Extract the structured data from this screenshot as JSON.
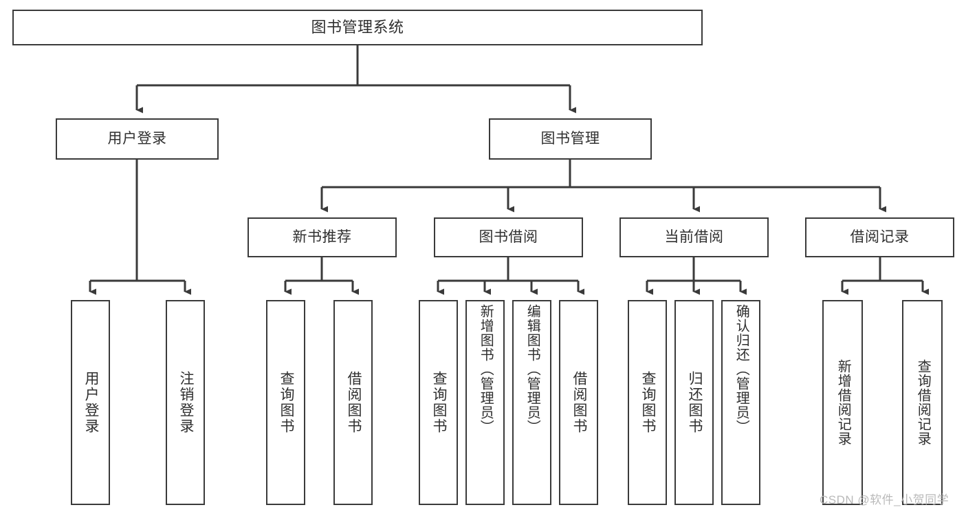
{
  "diagram": {
    "title": "图书管理系统",
    "type": "hierarchy-tree",
    "root": {
      "label": "图书管理系统"
    },
    "level2": [
      {
        "label": "用户登录"
      },
      {
        "label": "图书管理"
      }
    ],
    "level3": [
      {
        "label": "新书推荐"
      },
      {
        "label": "图书借阅"
      },
      {
        "label": "当前借阅"
      },
      {
        "label": "借阅记录"
      }
    ],
    "leaves": {
      "user_login": [
        {
          "label": "用户登录"
        },
        {
          "label": "注销登录"
        }
      ],
      "new_book_recommend": [
        {
          "label": "查询图书"
        },
        {
          "label": "借阅图书"
        }
      ],
      "book_borrow": [
        {
          "label": "查询图书"
        },
        {
          "label": "新增图书（管理员）"
        },
        {
          "label": "编辑图书（管理员）"
        },
        {
          "label": "借阅图书"
        }
      ],
      "current_borrow": [
        {
          "label": "查询图书"
        },
        {
          "label": "归还图书"
        },
        {
          "label": "确认归还（管理员）"
        }
      ],
      "borrow_record": [
        {
          "label": "新增借阅记录"
        },
        {
          "label": "查询借阅记录"
        }
      ]
    }
  },
  "watermark": {
    "text": "CSDN @软件_小贺同学"
  },
  "colors": {
    "border": "#3a3a3a",
    "text": "#2f2f2f",
    "background": "#ffffff",
    "watermark": "#b9b9b9"
  }
}
